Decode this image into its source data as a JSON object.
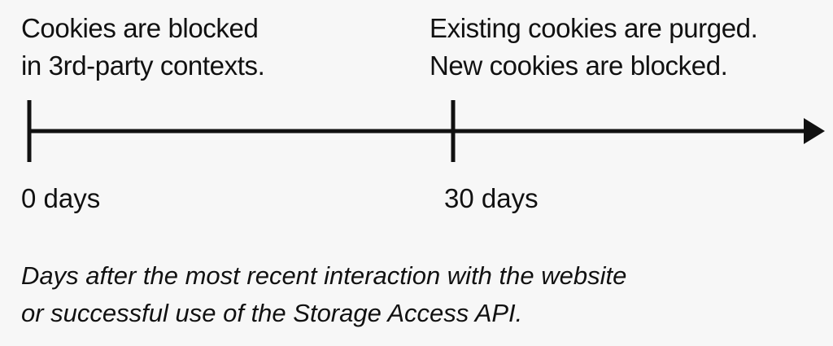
{
  "timeline": {
    "events": [
      {
        "lines": [
          "Cookies are blocked",
          "in 3rd-party contexts."
        ]
      },
      {
        "lines": [
          "Existing cookies are purged.",
          "New cookies are blocked."
        ]
      }
    ],
    "ticks": [
      "0 days",
      "30 days"
    ],
    "caption": [
      "Days after the most recent interaction with the website",
      "or successful use of the Storage Access API."
    ],
    "line_color": "#111111",
    "background_color": "#f7f7f7"
  }
}
